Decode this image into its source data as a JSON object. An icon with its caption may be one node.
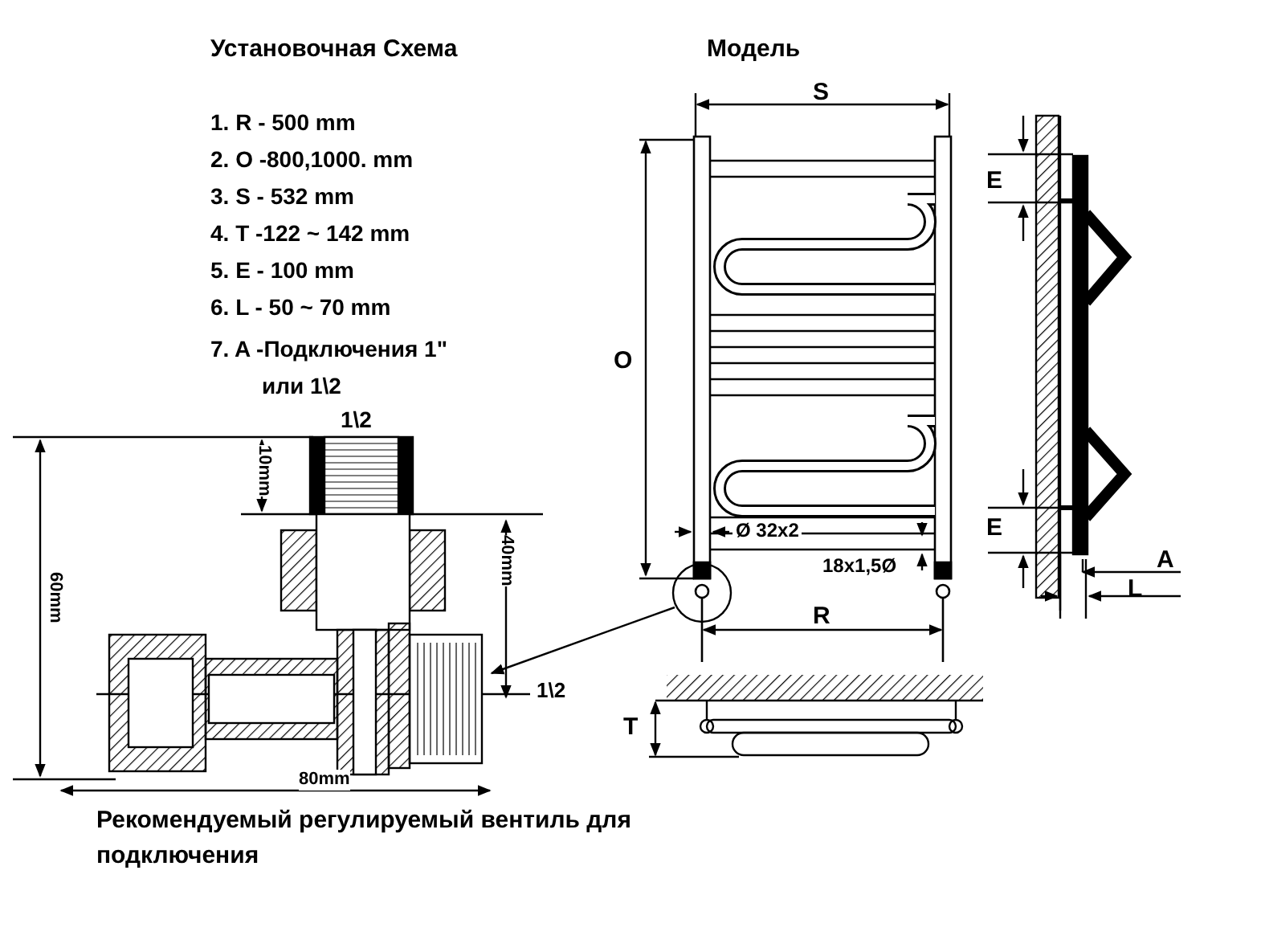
{
  "diagram": {
    "title": "Установочная Схема",
    "caption": "Рекомендуемый регулируемый вентиль для подключения",
    "nodes": [
      {
        "text": [],
        "shape": "circle"
      },
      {
        "text": [],
        "shape": "picture"
      }
    ],
    "edges": [
      {
        "from": 0,
        "to": 1,
        "arrow": "to"
      }
    ],
    "labels": [
      "Модель",
      "1. R - 500 mm",
      "2. O -800,1000. mm",
      "3. S - 532 mm",
      "4. T -122 ~ 142 mm",
      "5. E - 100 mm",
      "6. L - 50 ~ 70 mm",
      "7. A -Подключения 1\" или 1\\2",
      "S",
      "E",
      "O",
      "1\\2",
      "10mm",
      "40mm",
      "60mm",
      "E",
      "Ø 32x2",
      "A",
      "18x1,5Ø",
      "L",
      "R",
      "1\\2",
      "T",
      "80mm"
    ]
  }
}
